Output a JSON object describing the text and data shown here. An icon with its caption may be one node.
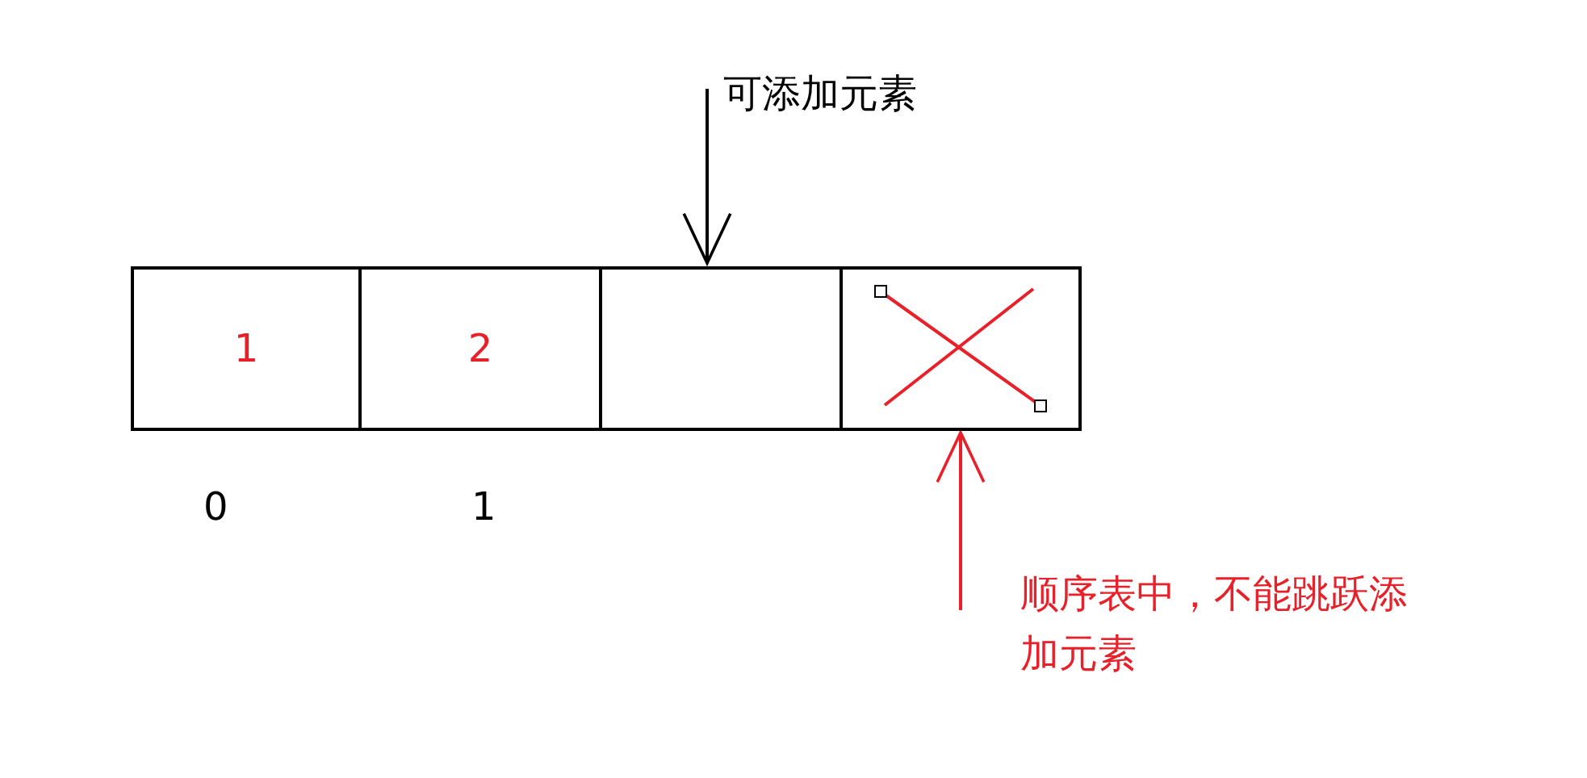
{
  "diagram": {
    "nodes": [
      {
        "text": [
          "1"
        ]
      },
      {
        "text": [
          "2"
        ]
      },
      {
        "text": [],
        "shape": "box"
      },
      {
        "text": [],
        "shape": "box"
      },
      {
        "text": [
          "可添加元素"
        ]
      },
      {
        "text": [
          "顺序表中，不能跳跃添加元素"
        ]
      }
    ],
    "edges": [
      {
        "from": 4,
        "to": 2,
        "arrow": "to"
      },
      {
        "from": 5,
        "to": 3,
        "arrow": "to",
        "color": "#e8202a"
      }
    ],
    "labels": [
      "0",
      "1"
    ]
  }
}
